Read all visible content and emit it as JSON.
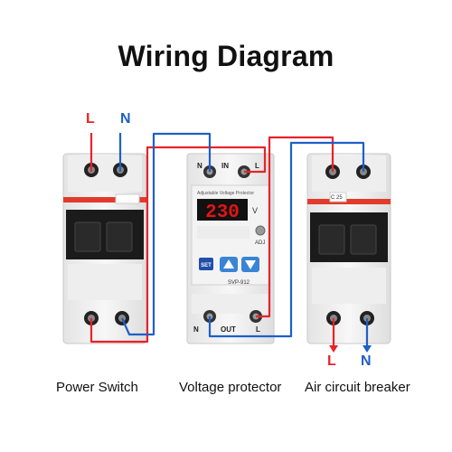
{
  "title": "Wiring Diagram",
  "colors": {
    "live": "#e8232a",
    "neutral": "#1f5fc8",
    "breaker_stripe": "#e23b2b",
    "display": "#e01515"
  },
  "power_switch": {
    "caption": "Power Switch",
    "top_labels": {
      "live": "L",
      "neutral": "N"
    }
  },
  "voltage_protector": {
    "caption": "Voltage protector",
    "top_terminals": [
      "N",
      "IN",
      "L"
    ],
    "bottom_terminals": [
      "N",
      "OUT",
      "L"
    ],
    "header": "Adjustable Voltage Protector",
    "display": "230",
    "unit": "V",
    "adj_label": "ADJ",
    "set_button": "SET",
    "model": "SVP-912"
  },
  "air_circuit_breaker": {
    "caption": "Air circuit breaker",
    "bottom_labels": {
      "live": "L",
      "neutral": "N"
    },
    "rating": "C 25"
  }
}
